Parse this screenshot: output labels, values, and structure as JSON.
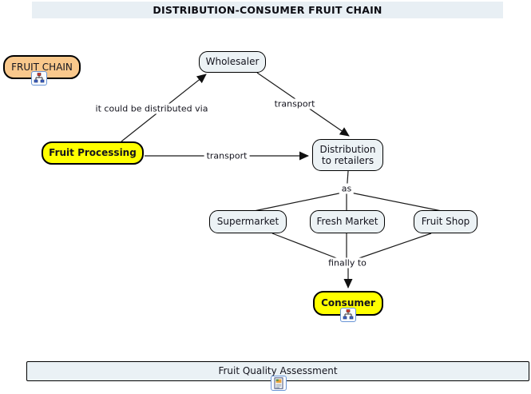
{
  "title": "DISTRIBUTION-CONSUMER FRUIT CHAIN",
  "nodes": {
    "fruit_chain": "FRUIT CHAIN",
    "wholesaler": "Wholesaler",
    "fruit_processing": "Fruit Processing",
    "distribution_to_retailers": "Distribution to retailers",
    "supermarket": "Supermarket",
    "fresh_market": "Fresh Market",
    "fruit_shop": "Fruit Shop",
    "consumer": "Consumer",
    "fruit_quality_assessment": "Fruit Quality Assessment"
  },
  "link_labels": {
    "distributed_via": "it could be distributed via",
    "transport_upper": "transport",
    "transport_lower": "transport",
    "as": "as",
    "finally_to": "finally to"
  },
  "icons": {
    "fruit_chain_resource": "concept-map-icon",
    "consumer_resource": "concept-map-icon",
    "quality_resource": "document-icon"
  },
  "colors": {
    "title_bg": "#e8eff4",
    "node_bg": "#ecf2f5",
    "highlight_bg": "#ffff00",
    "accent_bg": "#f9c88c",
    "bar_bg": "#eaf1f5",
    "line": "#1a1a1a",
    "icon_border": "#6b96d6"
  }
}
